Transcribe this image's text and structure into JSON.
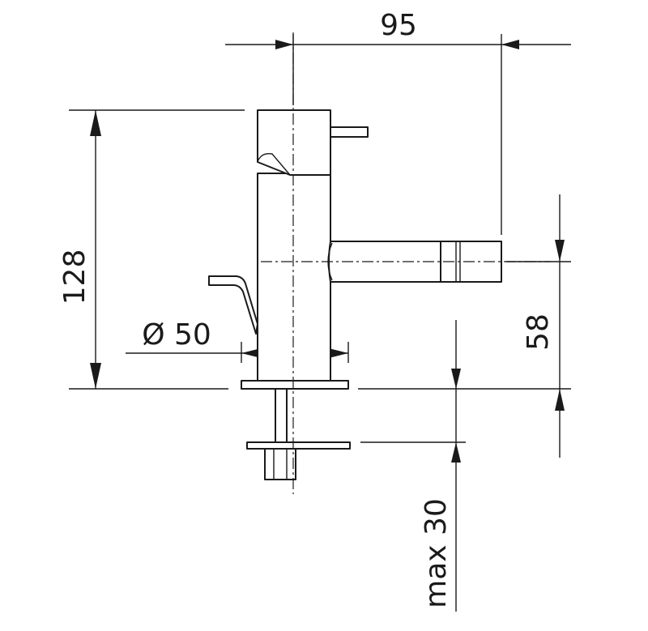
{
  "dimensions": {
    "spout_reach": "95",
    "height": "128",
    "spout_height": "58",
    "base_diameter": "Ø 50",
    "max_deck_thickness": "max 30"
  }
}
